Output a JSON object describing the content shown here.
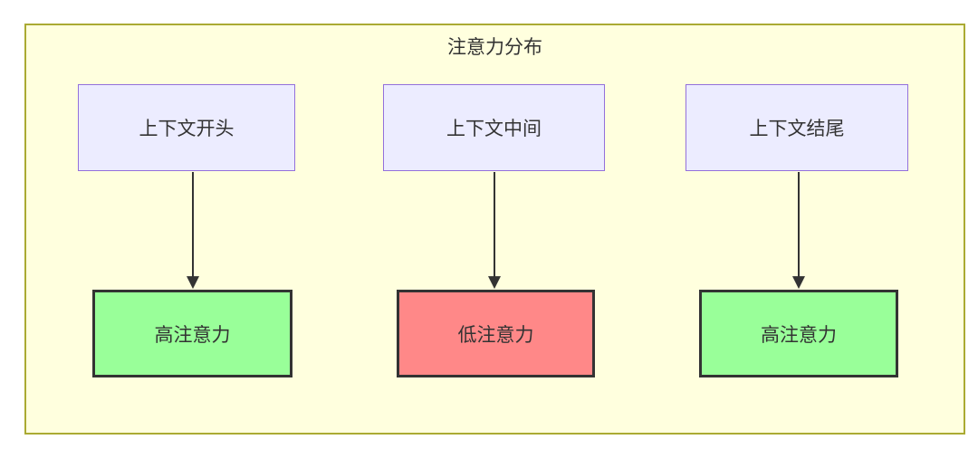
{
  "diagram": {
    "title": "注意力分布",
    "colors": {
      "container_bg": "#ffffde",
      "container_border": "#aaaa33",
      "source_bg": "#ececff",
      "source_border": "#9370db",
      "high_bg": "#99ff99",
      "low_bg": "#ff8888",
      "result_border": "#333333",
      "arrow": "#333333",
      "text": "#333333"
    },
    "nodes": {
      "sources": [
        {
          "id": "context-start",
          "label": "上下文开头"
        },
        {
          "id": "context-middle",
          "label": "上下文中间"
        },
        {
          "id": "context-end",
          "label": "上下文结尾"
        }
      ],
      "results": [
        {
          "id": "attention-1",
          "label": "高注意力",
          "level": "high"
        },
        {
          "id": "attention-2",
          "label": "低注意力",
          "level": "low"
        },
        {
          "id": "attention-3",
          "label": "高注意力",
          "level": "high"
        }
      ]
    },
    "edges": [
      {
        "from": "context-start",
        "to": "attention-1"
      },
      {
        "from": "context-middle",
        "to": "attention-2"
      },
      {
        "from": "context-end",
        "to": "attention-3"
      }
    ]
  }
}
